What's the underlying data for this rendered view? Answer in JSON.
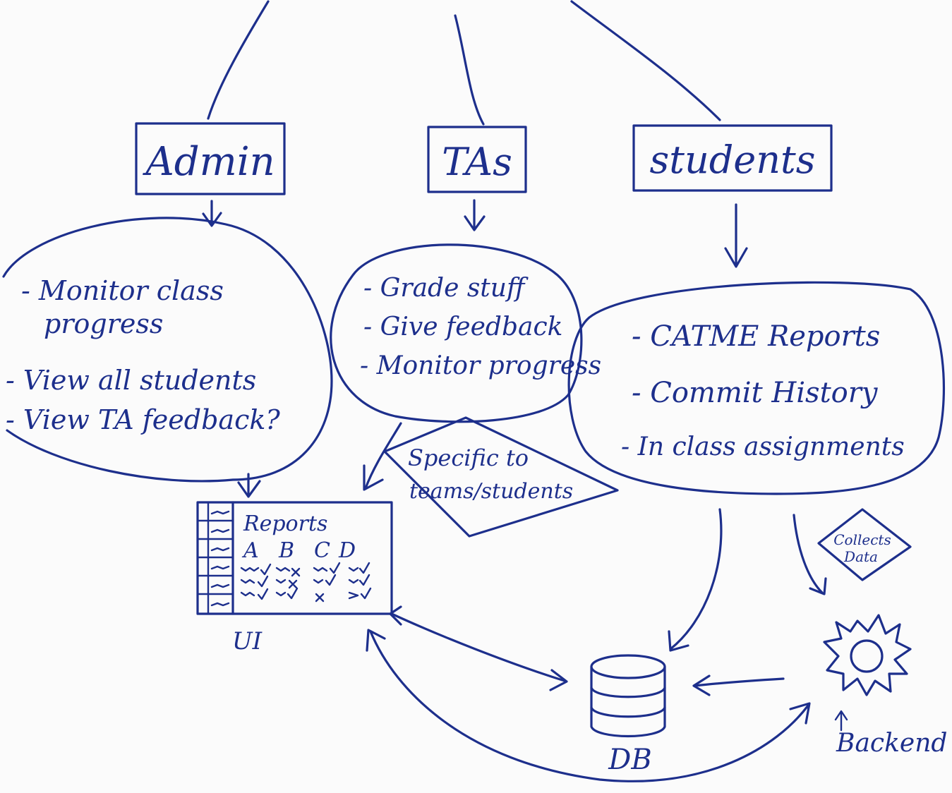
{
  "roles": {
    "admin": "Admin",
    "tas": "TAs",
    "students": "students"
  },
  "admin_tasks": [
    "- Monitor class",
    "progress",
    "- View all students",
    "- View TA feedback?"
  ],
  "ta_tasks": [
    "- Grade stuff",
    "- Give feedback",
    "- Monitor progress"
  ],
  "student_tasks": [
    "- CATME Reports",
    "- Commit History",
    "- In class assignments"
  ],
  "notes": {
    "specific_1": "Specific to",
    "specific_2": "teams/students",
    "collects_1": "Collects",
    "collects_2": "Data"
  },
  "ui_sketch": {
    "title": "Reports",
    "columns": [
      "A",
      "B",
      "C",
      "D"
    ],
    "label": "UI"
  },
  "components": {
    "db": "DB",
    "backend": "Backend"
  },
  "colors": {
    "ink": "#1d2f8c",
    "paper": "#fbfbfb"
  }
}
